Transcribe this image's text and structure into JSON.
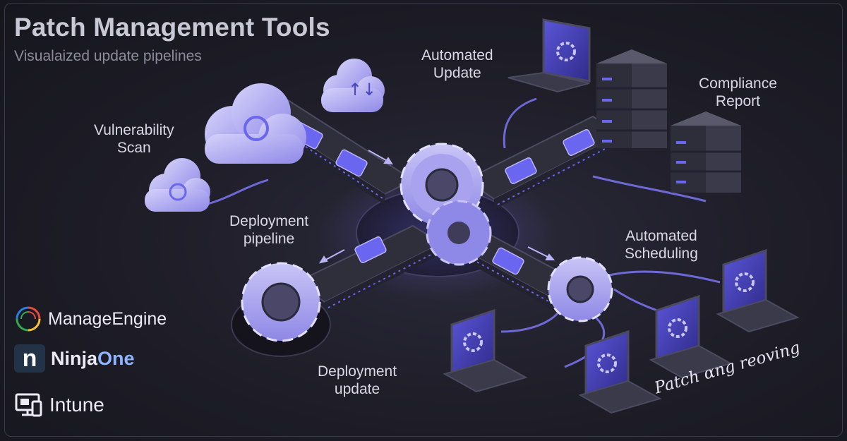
{
  "header": {
    "title": "Patch Management Tools",
    "subtitle": "Visualaized update pipelines"
  },
  "labels": {
    "automated_update": [
      "Automated",
      "Update"
    ],
    "compliance_report": [
      "Compliance",
      "Report"
    ],
    "vulnerability_scan": [
      "Vulnerability",
      "Scan"
    ],
    "deployment_pipeline": [
      "Deployment",
      "pipeline"
    ],
    "automated_scheduling": [
      "Automated",
      "Scheduling"
    ],
    "deployment_update": [
      "Deployment",
      "update"
    ],
    "patch_text": "Patch ɑng reoving"
  },
  "brands": {
    "manageengine": "ManageEngine",
    "ninja": "Ninja",
    "one": "One",
    "intune": "Intune"
  },
  "colors": {
    "accent": "#6b66f0",
    "accent_light": "#b9b4f5",
    "background": "#1f1e29",
    "conveyor": "#2f2e3b"
  },
  "icons": [
    "cloud-icon",
    "gear-icon",
    "laptop-icon",
    "server-icon",
    "manageengine-logo",
    "ninjaone-logo",
    "intune-icon"
  ]
}
